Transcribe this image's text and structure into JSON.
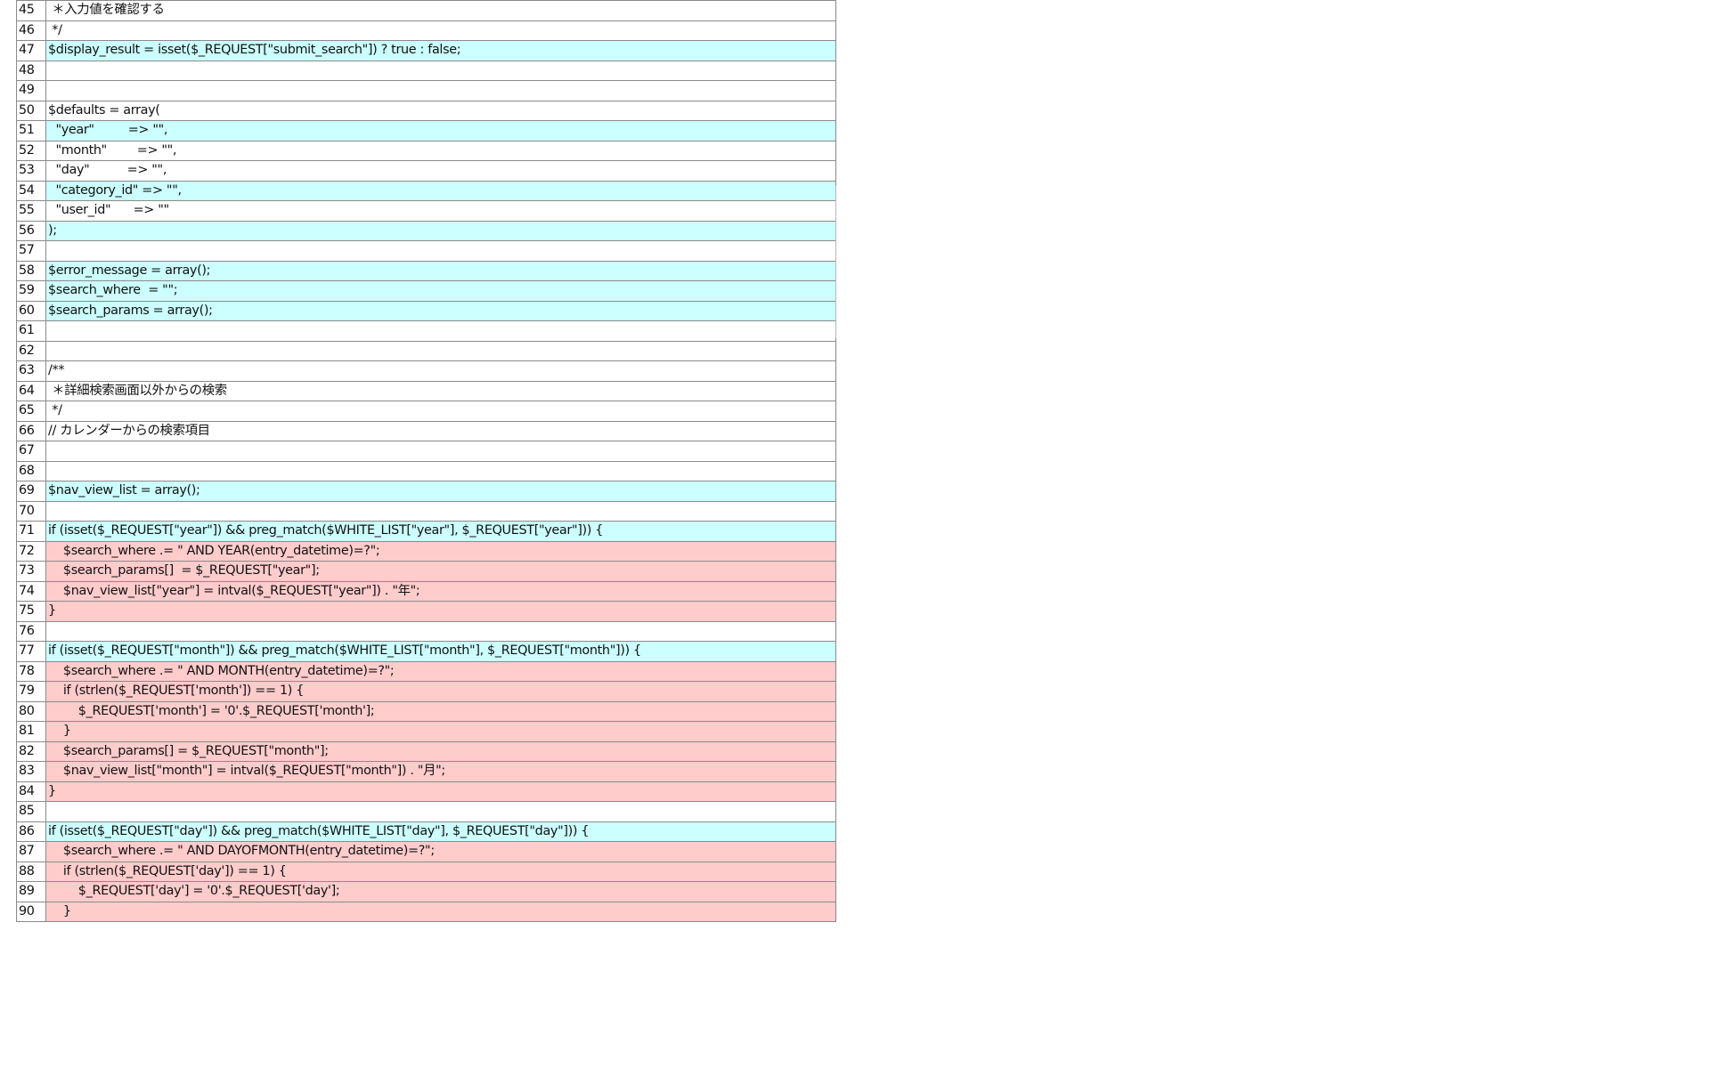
{
  "rows": [
    {
      "n": "45",
      "text": " ＊入力値を確認する",
      "bg": "white"
    },
    {
      "n": "46",
      "text": " */",
      "bg": "white"
    },
    {
      "n": "47",
      "text": "$display_result = isset($_REQUEST[\"submit_search\"]) ? true : false;",
      "bg": "cyan"
    },
    {
      "n": "48",
      "text": "",
      "bg": "white"
    },
    {
      "n": "49",
      "text": "",
      "bg": "white"
    },
    {
      "n": "50",
      "text": "$defaults = array(",
      "bg": "white"
    },
    {
      "n": "51",
      "text": "  \"year\"         => \"\",",
      "bg": "cyan"
    },
    {
      "n": "52",
      "text": "  \"month\"        => \"\",",
      "bg": "white"
    },
    {
      "n": "53",
      "text": "  \"day\"          => \"\",",
      "bg": "white"
    },
    {
      "n": "54",
      "text": "  \"category_id\" => \"\",",
      "bg": "cyan"
    },
    {
      "n": "55",
      "text": "  \"user_id\"      => \"\"",
      "bg": "white"
    },
    {
      "n": "56",
      "text": ");",
      "bg": "cyan"
    },
    {
      "n": "57",
      "text": "",
      "bg": "white"
    },
    {
      "n": "58",
      "text": "$error_message = array();",
      "bg": "cyan"
    },
    {
      "n": "59",
      "text": "$search_where  = \"\";",
      "bg": "cyan"
    },
    {
      "n": "60",
      "text": "$search_params = array();",
      "bg": "cyan"
    },
    {
      "n": "61",
      "text": "",
      "bg": "white"
    },
    {
      "n": "62",
      "text": "",
      "bg": "white"
    },
    {
      "n": "63",
      "text": "/**",
      "bg": "white"
    },
    {
      "n": "64",
      "text": " ＊詳細検索画面以外からの検索",
      "bg": "white"
    },
    {
      "n": "65",
      "text": " */",
      "bg": "white"
    },
    {
      "n": "66",
      "text": "// カレンダーからの検索項目",
      "bg": "white"
    },
    {
      "n": "67",
      "text": "",
      "bg": "white"
    },
    {
      "n": "68",
      "text": "",
      "bg": "white"
    },
    {
      "n": "69",
      "text": "$nav_view_list = array();",
      "bg": "cyan"
    },
    {
      "n": "70",
      "text": "",
      "bg": "white"
    },
    {
      "n": "71",
      "text": "if (isset($_REQUEST[\"year\"]) && preg_match($WHITE_LIST[\"year\"], $_REQUEST[\"year\"])) {",
      "bg": "cyan"
    },
    {
      "n": "72",
      "text": "    $search_where .= \" AND YEAR(entry_datetime)=?\";",
      "bg": "pink"
    },
    {
      "n": "73",
      "text": "    $search_params[]  = $_REQUEST[\"year\"];",
      "bg": "pink"
    },
    {
      "n": "74",
      "text": "    $nav_view_list[\"year\"] = intval($_REQUEST[\"year\"]) . \"年\";",
      "bg": "pink"
    },
    {
      "n": "75",
      "text": "}",
      "bg": "pink"
    },
    {
      "n": "76",
      "text": "",
      "bg": "white"
    },
    {
      "n": "77",
      "text": "if (isset($_REQUEST[\"month\"]) && preg_match($WHITE_LIST[\"month\"], $_REQUEST[\"month\"])) {",
      "bg": "cyan"
    },
    {
      "n": "78",
      "text": "    $search_where .= \" AND MONTH(entry_datetime)=?\";",
      "bg": "pink"
    },
    {
      "n": "79",
      "text": "    if (strlen($_REQUEST['month']) == 1) {",
      "bg": "pink"
    },
    {
      "n": "80",
      "text": "        $_REQUEST['month'] = '0'.$_REQUEST['month'];",
      "bg": "pink"
    },
    {
      "n": "81",
      "text": "    }",
      "bg": "pink"
    },
    {
      "n": "82",
      "text": "    $search_params[] = $_REQUEST[\"month\"];",
      "bg": "pink"
    },
    {
      "n": "83",
      "text": "    $nav_view_list[\"month\"] = intval($_REQUEST[\"month\"]) . \"月\";",
      "bg": "pink"
    },
    {
      "n": "84",
      "text": "}",
      "bg": "pink"
    },
    {
      "n": "85",
      "text": "",
      "bg": "white"
    },
    {
      "n": "86",
      "text": "if (isset($_REQUEST[\"day\"]) && preg_match($WHITE_LIST[\"day\"], $_REQUEST[\"day\"])) {",
      "bg": "cyan"
    },
    {
      "n": "87",
      "text": "    $search_where .= \" AND DAYOFMONTH(entry_datetime)=?\";",
      "bg": "pink"
    },
    {
      "n": "88",
      "text": "    if (strlen($_REQUEST['day']) == 1) {",
      "bg": "pink"
    },
    {
      "n": "89",
      "text": "        $_REQUEST['day'] = '0'.$_REQUEST['day'];",
      "bg": "pink"
    },
    {
      "n": "90",
      "text": "    }",
      "bg": "pink"
    }
  ],
  "colors": {
    "cyan": "#ccffff",
    "pink": "#ffcccc",
    "white": "#ffffff",
    "grid": "#8a8a8a"
  }
}
